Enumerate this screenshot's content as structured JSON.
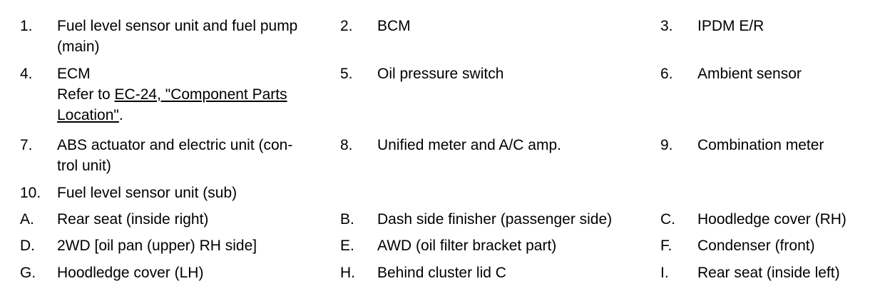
{
  "legend": {
    "rows": [
      [
        {
          "num": "1.",
          "lines": [
            "Fuel level sensor unit and fuel pump",
            "(main)"
          ]
        },
        {
          "num": "2.",
          "lines": [
            "BCM"
          ]
        },
        {
          "num": "3.",
          "lines": [
            "IPDM E/R"
          ]
        }
      ],
      [
        {
          "num": "4.",
          "lines": [
            "ECM"
          ],
          "ref_prefix": "Refer to ",
          "ref_link_line1": "EC-24, \"Component Parts",
          "ref_link_line2": "Location\"",
          "ref_suffix": "."
        },
        {
          "num": "5.",
          "lines": [
            "Oil pressure switch"
          ]
        },
        {
          "num": "6.",
          "lines": [
            "Ambient sensor"
          ]
        }
      ],
      [
        {
          "num": "7.",
          "lines": [
            "ABS actuator and electric unit (con-",
            "trol unit)"
          ]
        },
        {
          "num": "8.",
          "lines": [
            "Unified meter and A/C amp."
          ]
        },
        {
          "num": "9.",
          "lines": [
            "Combination meter"
          ]
        }
      ],
      [
        {
          "num": "10.",
          "lines": [
            "Fuel level sensor unit (sub)"
          ]
        }
      ],
      [
        {
          "num": "A.",
          "lines": [
            "Rear seat (inside right)"
          ]
        },
        {
          "num": "B.",
          "lines": [
            "Dash side finisher (passenger side)"
          ]
        },
        {
          "num": "C.",
          "lines": [
            "Hoodledge cover (RH)"
          ]
        }
      ],
      [
        {
          "num": "D.",
          "lines": [
            "2WD [oil pan (upper) RH side]"
          ]
        },
        {
          "num": "E.",
          "lines": [
            "AWD (oil filter bracket part)"
          ]
        },
        {
          "num": "F.",
          "lines": [
            "Condenser (front)"
          ]
        }
      ],
      [
        {
          "num": "G.",
          "lines": [
            "Hoodledge cover (LH)"
          ]
        },
        {
          "num": "H.",
          "lines": [
            "Behind cluster lid C"
          ]
        },
        {
          "num": "I.",
          "lines": [
            "Rear seat (inside left)"
          ]
        }
      ]
    ]
  }
}
